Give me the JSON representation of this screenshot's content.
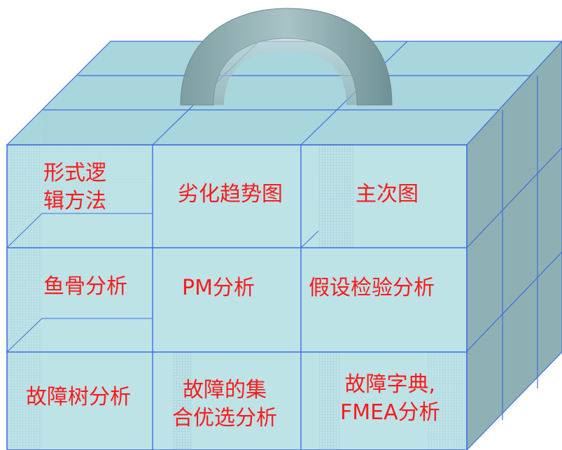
{
  "toolbox": {
    "cells": [
      {
        "id": "formal-logic-method",
        "lines": [
          "形式逻",
          "辑方法"
        ]
      },
      {
        "id": "degradation-trend-chart",
        "lines": [
          "劣化趋势图"
        ]
      },
      {
        "id": "pareto-chart",
        "lines": [
          "主次图"
        ]
      },
      {
        "id": "fishbone-analysis",
        "lines": [
          "鱼骨分析"
        ]
      },
      {
        "id": "pm-analysis",
        "lines": [
          "PM分析"
        ]
      },
      {
        "id": "hypothesis-test-analysis",
        "lines": [
          "假设检验分析"
        ]
      },
      {
        "id": "fault-tree-analysis",
        "lines": [
          "故障树分析"
        ]
      },
      {
        "id": "fault-set-optimization",
        "lines": [
          "故障的集",
          "合优选分析"
        ]
      },
      {
        "id": "fault-dictionary-fmea",
        "lines": [
          "故障字典,",
          "FMEA分析"
        ]
      }
    ]
  },
  "colors": {
    "front_face": "#bde3e7",
    "top_face": "#a9d5dd",
    "side_face": "#8fb0b3",
    "grid_line": "#3d6ee3",
    "label_text": "#ff1a1a",
    "handle": "#8aa8ab"
  }
}
